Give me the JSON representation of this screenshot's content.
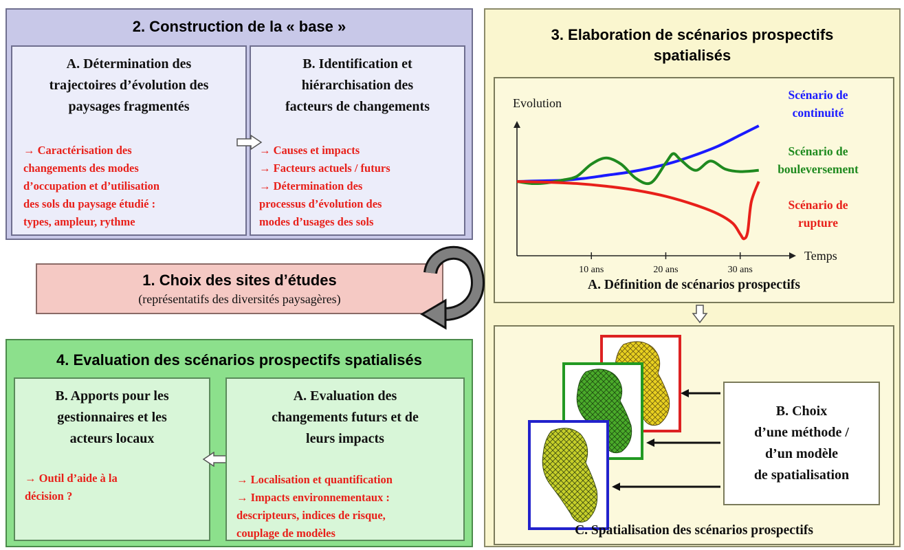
{
  "panel2": {
    "title": "2. Construction de la « base »",
    "a": {
      "heading": [
        "A. Détermination des",
        "trajectoires d’évolution des",
        "paysages fragmentés"
      ],
      "bullets": [
        "→ Caractérisation des",
        "changements des modes",
        "d’occupation et d’utilisation",
        "des sols du paysage étudié :",
        "types, ampleur, rythme"
      ]
    },
    "b": {
      "heading": [
        "B. Identification et",
        "hiérarchisation des",
        "facteurs de changements"
      ],
      "bullets": [
        "→ Causes et impacts",
        "→ Facteurs actuels / futurs",
        "→ Détermination des",
        "processus d’évolution des",
        "modes d’usages des sols"
      ]
    }
  },
  "panel1": {
    "title": "1. Choix des sites d’études",
    "subtitle": "(représentatifs des diversités paysagères)"
  },
  "panel3": {
    "title": [
      "3. Elaboration de scénarios prospectifs",
      "spatialisés"
    ],
    "a_caption": "A. Définition de scénarios prospectifs",
    "b": [
      "B. Choix",
      "d’une méthode /",
      "d’un modèle",
      "de spatialisation"
    ],
    "c_caption": "C. Spatialisation des scénarios prospectifs"
  },
  "panel4": {
    "title": "4. Evaluation des scénarios prospectifs spatialisés",
    "b": {
      "heading": [
        "B. Apports pour les",
        "gestionnaires et les",
        "acteurs locaux"
      ],
      "bullets": [
        "→ Outil d’aide à la",
        "décision ?"
      ]
    },
    "a": {
      "heading": [
        "A. Evaluation des",
        "changements futurs et de",
        "leurs impacts"
      ],
      "bullets": [
        "→ Localisation et quantification",
        "→ Impacts environnementaux :",
        "descripteurs, indices de risque,",
        "couplage de modèles"
      ]
    }
  },
  "chart_data": {
    "type": "line",
    "ylabel": "Evolution",
    "xlabel": "Temps",
    "x_ticks": [
      "10 ans",
      "20 ans",
      "30 ans"
    ],
    "xlim": [
      0,
      34
    ],
    "ylim": [
      -1,
      1
    ],
    "series": [
      {
        "name": "Scénario de continuité",
        "color": "#1a1aff",
        "x": [
          0,
          3,
          6,
          9,
          12,
          15,
          18,
          21,
          24,
          27,
          30,
          32.5
        ],
        "y": [
          0,
          0.01,
          0.02,
          0.05,
          0.1,
          0.15,
          0.22,
          0.31,
          0.43,
          0.57,
          0.75,
          0.9
        ]
      },
      {
        "name": "Scénario de bouleversement",
        "color": "#1f8a1f",
        "x": [
          0,
          2,
          4,
          6,
          8,
          10,
          12,
          14,
          16,
          18,
          20,
          21,
          22,
          24,
          26,
          28,
          30,
          32.5
        ],
        "y": [
          0,
          -0.03,
          -0.02,
          0.02,
          0.08,
          0.28,
          0.38,
          0.28,
          0.05,
          -0.02,
          0.3,
          0.45,
          0.35,
          0.18,
          0.33,
          0.2,
          0.16,
          0.18
        ]
      },
      {
        "name": "Scénario de rupture",
        "color": "#e8201a",
        "x": [
          0,
          4,
          8,
          12,
          16,
          20,
          24,
          27,
          29,
          30,
          30.5,
          31,
          31.5,
          32.5
        ],
        "y": [
          0,
          -0.01,
          -0.03,
          -0.07,
          -0.13,
          -0.22,
          -0.35,
          -0.48,
          -0.62,
          -0.78,
          -0.85,
          -0.75,
          -0.3,
          0
        ]
      }
    ]
  },
  "colors": {
    "panel2_bg": "#c8c8e8",
    "panel3_bg": "#faf6cf",
    "panel1_bg": "#f5c9c4",
    "panel4_bg": "#8ce08c",
    "highlight_red": "#e8201a",
    "map_red": "#dd2222",
    "map_green": "#229922",
    "map_blue": "#2222cc"
  }
}
